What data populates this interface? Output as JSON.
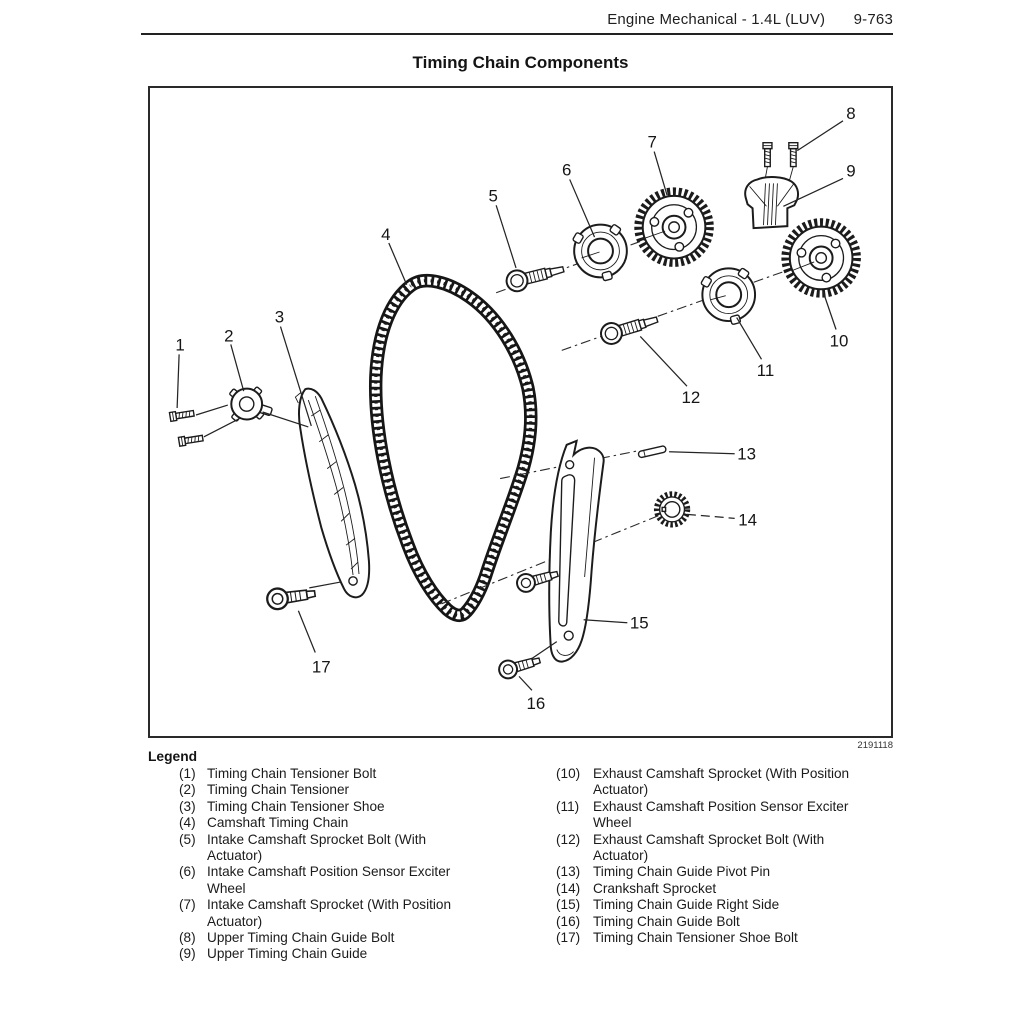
{
  "header": {
    "section_title": "Engine Mechanical - 1.4L (LUV)",
    "page_number": "9-763"
  },
  "figure": {
    "title": "Timing Chain Components",
    "figure_number": "2191118",
    "callouts": [
      "1",
      "2",
      "3",
      "4",
      "5",
      "6",
      "7",
      "8",
      "9",
      "10",
      "11",
      "12",
      "13",
      "14",
      "15",
      "16",
      "17"
    ]
  },
  "legend": {
    "heading": "Legend",
    "items": [
      {
        "num": "(1)",
        "text": "Timing Chain Tensioner Bolt"
      },
      {
        "num": "(2)",
        "text": "Timing Chain Tensioner"
      },
      {
        "num": "(3)",
        "text": "Timing Chain Tensioner Shoe"
      },
      {
        "num": "(4)",
        "text": "Camshaft Timing Chain"
      },
      {
        "num": "(5)",
        "text": "Intake Camshaft Sprocket Bolt (With Actuator)"
      },
      {
        "num": "(6)",
        "text": "Intake Camshaft Position Sensor Exciter Wheel"
      },
      {
        "num": "(7)",
        "text": "Intake Camshaft Sprocket (With Position Actuator)"
      },
      {
        "num": "(8)",
        "text": "Upper Timing Chain Guide Bolt"
      },
      {
        "num": "(9)",
        "text": "Upper Timing Chain Guide"
      },
      {
        "num": "(10)",
        "text": "Exhaust Camshaft Sprocket (With Position Actuator)"
      },
      {
        "num": "(11)",
        "text": "Exhaust Camshaft Position Sensor Exciter Wheel"
      },
      {
        "num": "(12)",
        "text": "Exhaust Camshaft Sprocket Bolt (With Actuator)"
      },
      {
        "num": "(13)",
        "text": "Timing Chain Guide Pivot Pin"
      },
      {
        "num": "(14)",
        "text": "Crankshaft Sprocket"
      },
      {
        "num": "(15)",
        "text": "Timing Chain Guide Right Side"
      },
      {
        "num": "(16)",
        "text": "Timing Chain Guide Bolt"
      },
      {
        "num": "(17)",
        "text": "Timing Chain Tensioner Shoe Bolt"
      }
    ]
  }
}
